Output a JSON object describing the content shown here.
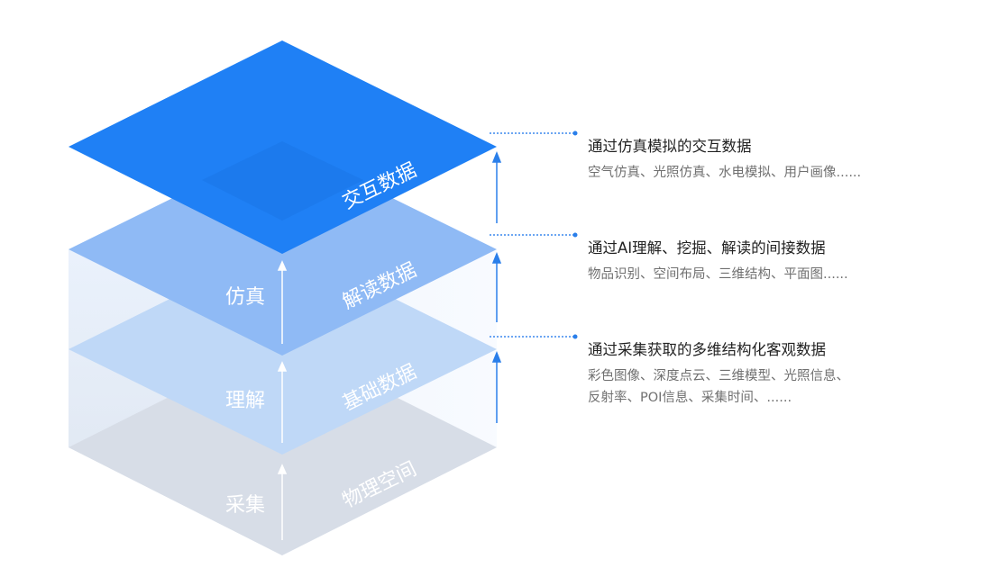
{
  "colors": {
    "top": "#1f80f5",
    "top_inner": "#1974e6",
    "interpret": "#8fbaf5",
    "basic": "#bfd8f7",
    "physical": "#d7dde7",
    "pillar": "#dbe8fa",
    "arrow": "#2a7fea",
    "connector": "#3b88ee"
  },
  "side_labels": [
    "仿真",
    "理解",
    "采集"
  ],
  "layers": [
    {
      "label": "交互数据"
    },
    {
      "label": "解读数据"
    },
    {
      "label": "基础数据"
    },
    {
      "label": "物理空间"
    }
  ],
  "descriptions": [
    {
      "title": "通过仿真模拟的交互数据",
      "lines": [
        "空气仿真、光照仿真、水电模拟、用户画像......"
      ]
    },
    {
      "title": "通过AI理解、挖掘、解读的间接数据",
      "lines": [
        "物品识别、空间布局、三维结构、平面图......"
      ]
    },
    {
      "title": "通过采集获取的多维结构化客观数据",
      "lines": [
        "彩色图像、深度点云、三维模型、光照信息、",
        "反射率、POI信息、采集时间、......"
      ]
    }
  ]
}
